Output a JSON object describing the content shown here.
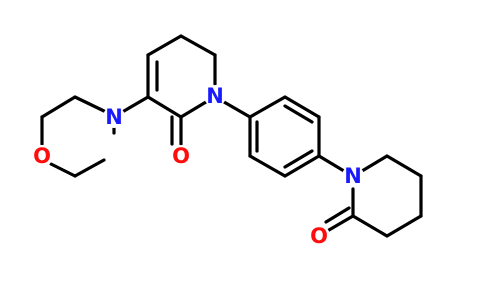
{
  "structure": {
    "atoms": [
      {
        "key": "n_lactam",
        "symbol": "N",
        "color": "#1a1aff"
      },
      {
        "key": "o_lactam",
        "symbol": "O",
        "color": "#ff0d0d"
      },
      {
        "key": "n_morph",
        "symbol": "N",
        "color": "#1a1aff"
      },
      {
        "key": "o_morph",
        "symbol": "O",
        "color": "#ff0d0d"
      },
      {
        "key": "n_pip",
        "symbol": "N",
        "color": "#1a1aff"
      },
      {
        "key": "o_pip",
        "symbol": "O",
        "color": "#ff0d0d"
      }
    ],
    "bond_color": "#000000"
  }
}
